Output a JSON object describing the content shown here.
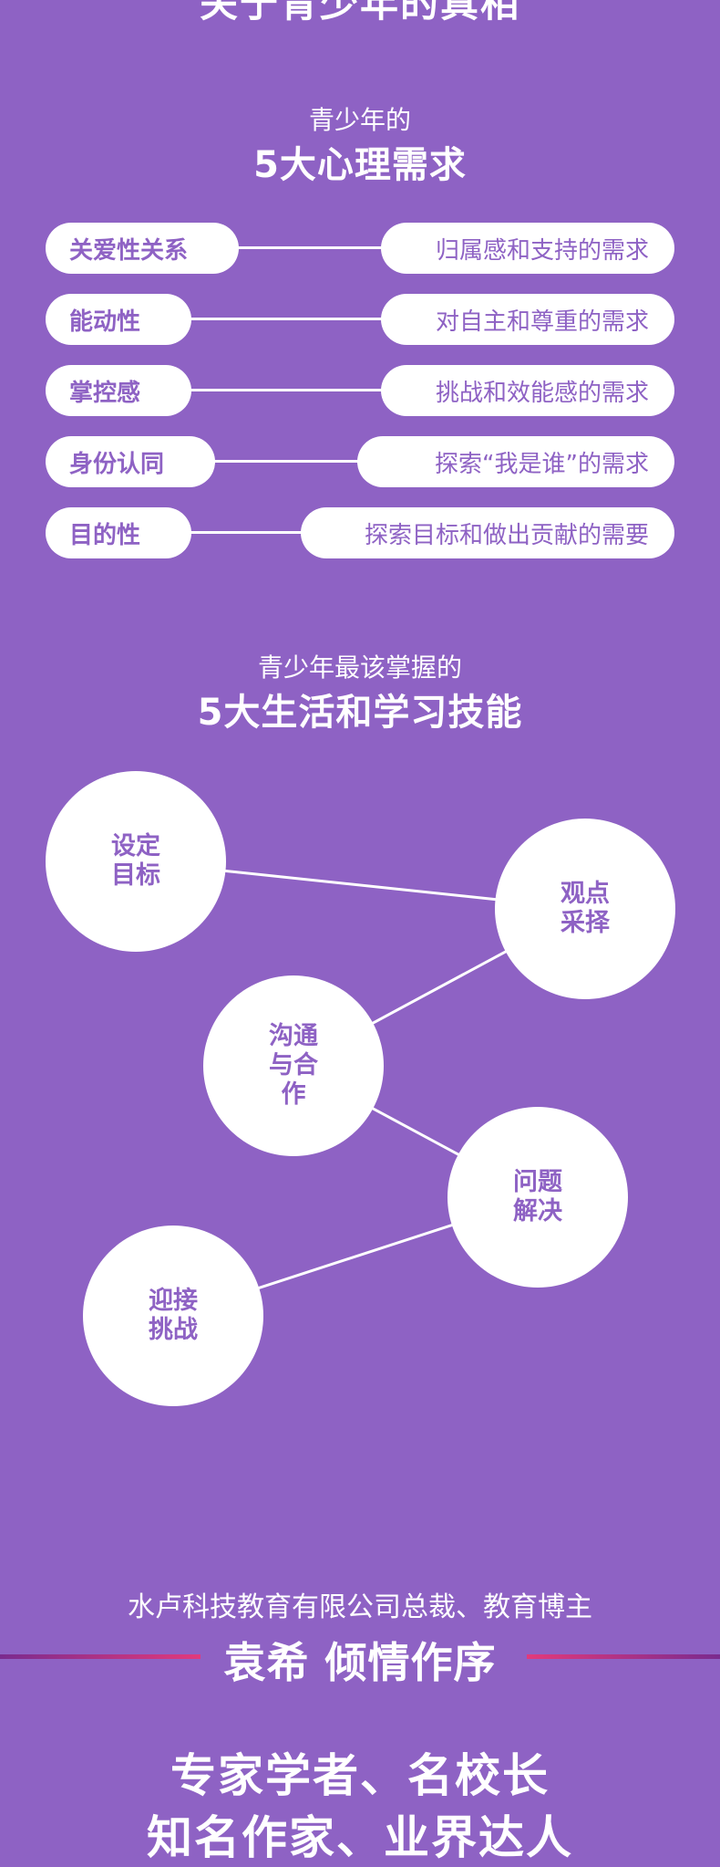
{
  "header": {
    "cut_title": "关于青少年的真相"
  },
  "needs_section": {
    "subtitle": "青少年的",
    "title": "5大心理需求",
    "items": [
      {
        "name": "关爱性关系",
        "desc": "归属感和支持的需求"
      },
      {
        "name": "能动性",
        "desc": "对自主和尊重的需求"
      },
      {
        "name": "掌控感",
        "desc": "挑战和效能感的需求"
      },
      {
        "name": "身份认同",
        "desc": "探索“我是谁”的需求"
      },
      {
        "name": "目的性",
        "desc": "探索目标和做出贡献的需要"
      }
    ]
  },
  "skills_section": {
    "subtitle": "青少年最该掌握的",
    "title": "5大生活和学习技能",
    "skills": [
      {
        "label": "设定目标"
      },
      {
        "label": "观点采择"
      },
      {
        "label": "沟通与合作"
      },
      {
        "label": "问题解决"
      },
      {
        "label": "迎接挑战"
      }
    ]
  },
  "preface": {
    "author_title": "水卢科技教育有限公司总裁、教育博主",
    "author_line": "袁希 倾情作序"
  },
  "bottom": {
    "line1": "专家学者、名校长",
    "line2": "知名作家、业界达人"
  },
  "colors": {
    "background": "#8e62c4",
    "accent": "#e23a7c",
    "white": "#ffffff"
  }
}
